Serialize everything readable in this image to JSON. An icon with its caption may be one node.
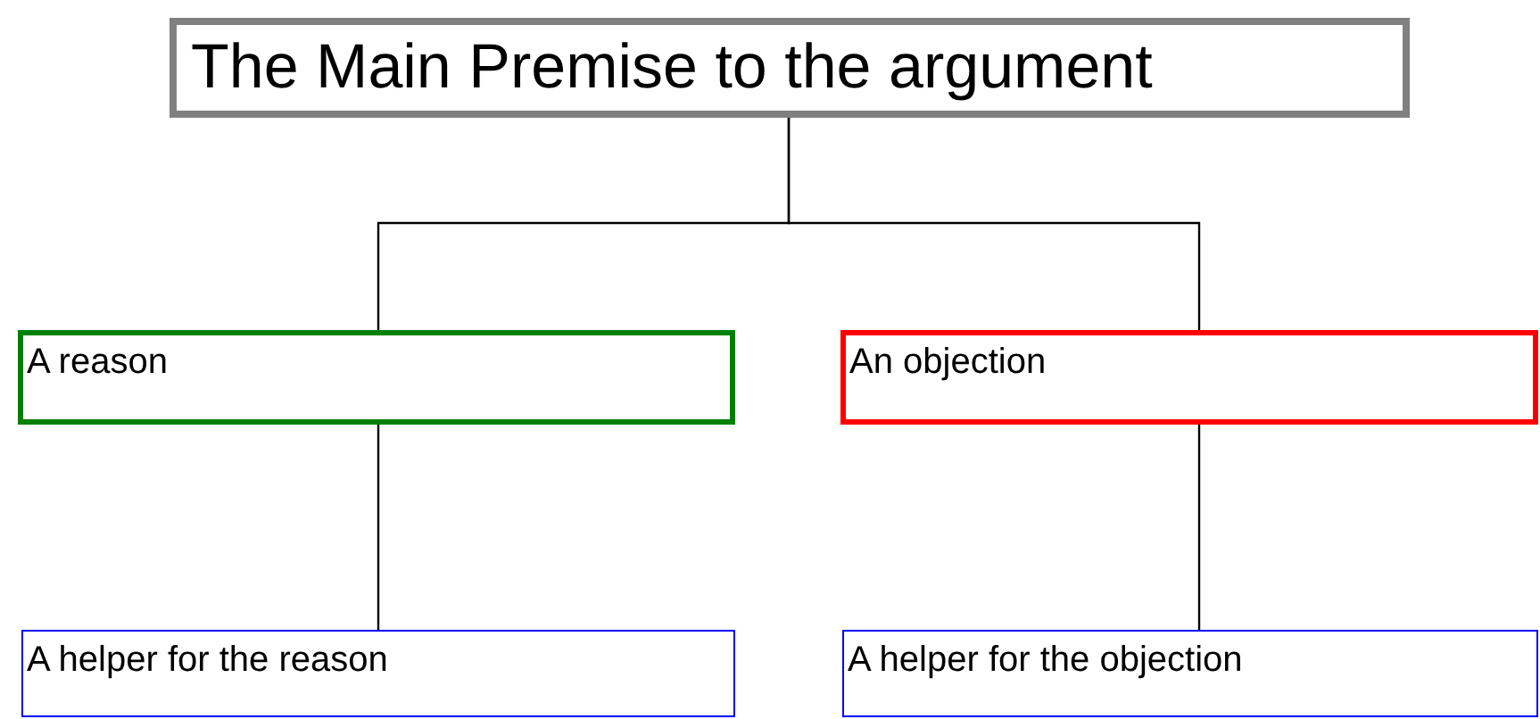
{
  "diagram": {
    "nodes": [
      {
        "text": [
          "The Main Premise to the argument"
        ]
      },
      {
        "text": [
          "A reason"
        ]
      },
      {
        "text": [
          "An objection"
        ]
      },
      {
        "text": [
          "A helper for the reason"
        ]
      },
      {
        "text": [
          "A helper for the objection"
        ]
      }
    ],
    "edges": [
      {
        "from": 0,
        "to": 1,
        "arrow": "none"
      },
      {
        "from": 0,
        "to": 2,
        "arrow": "none"
      },
      {
        "from": 1,
        "to": 3,
        "arrow": "none"
      },
      {
        "from": 2,
        "to": 4,
        "arrow": "none"
      }
    ]
  }
}
